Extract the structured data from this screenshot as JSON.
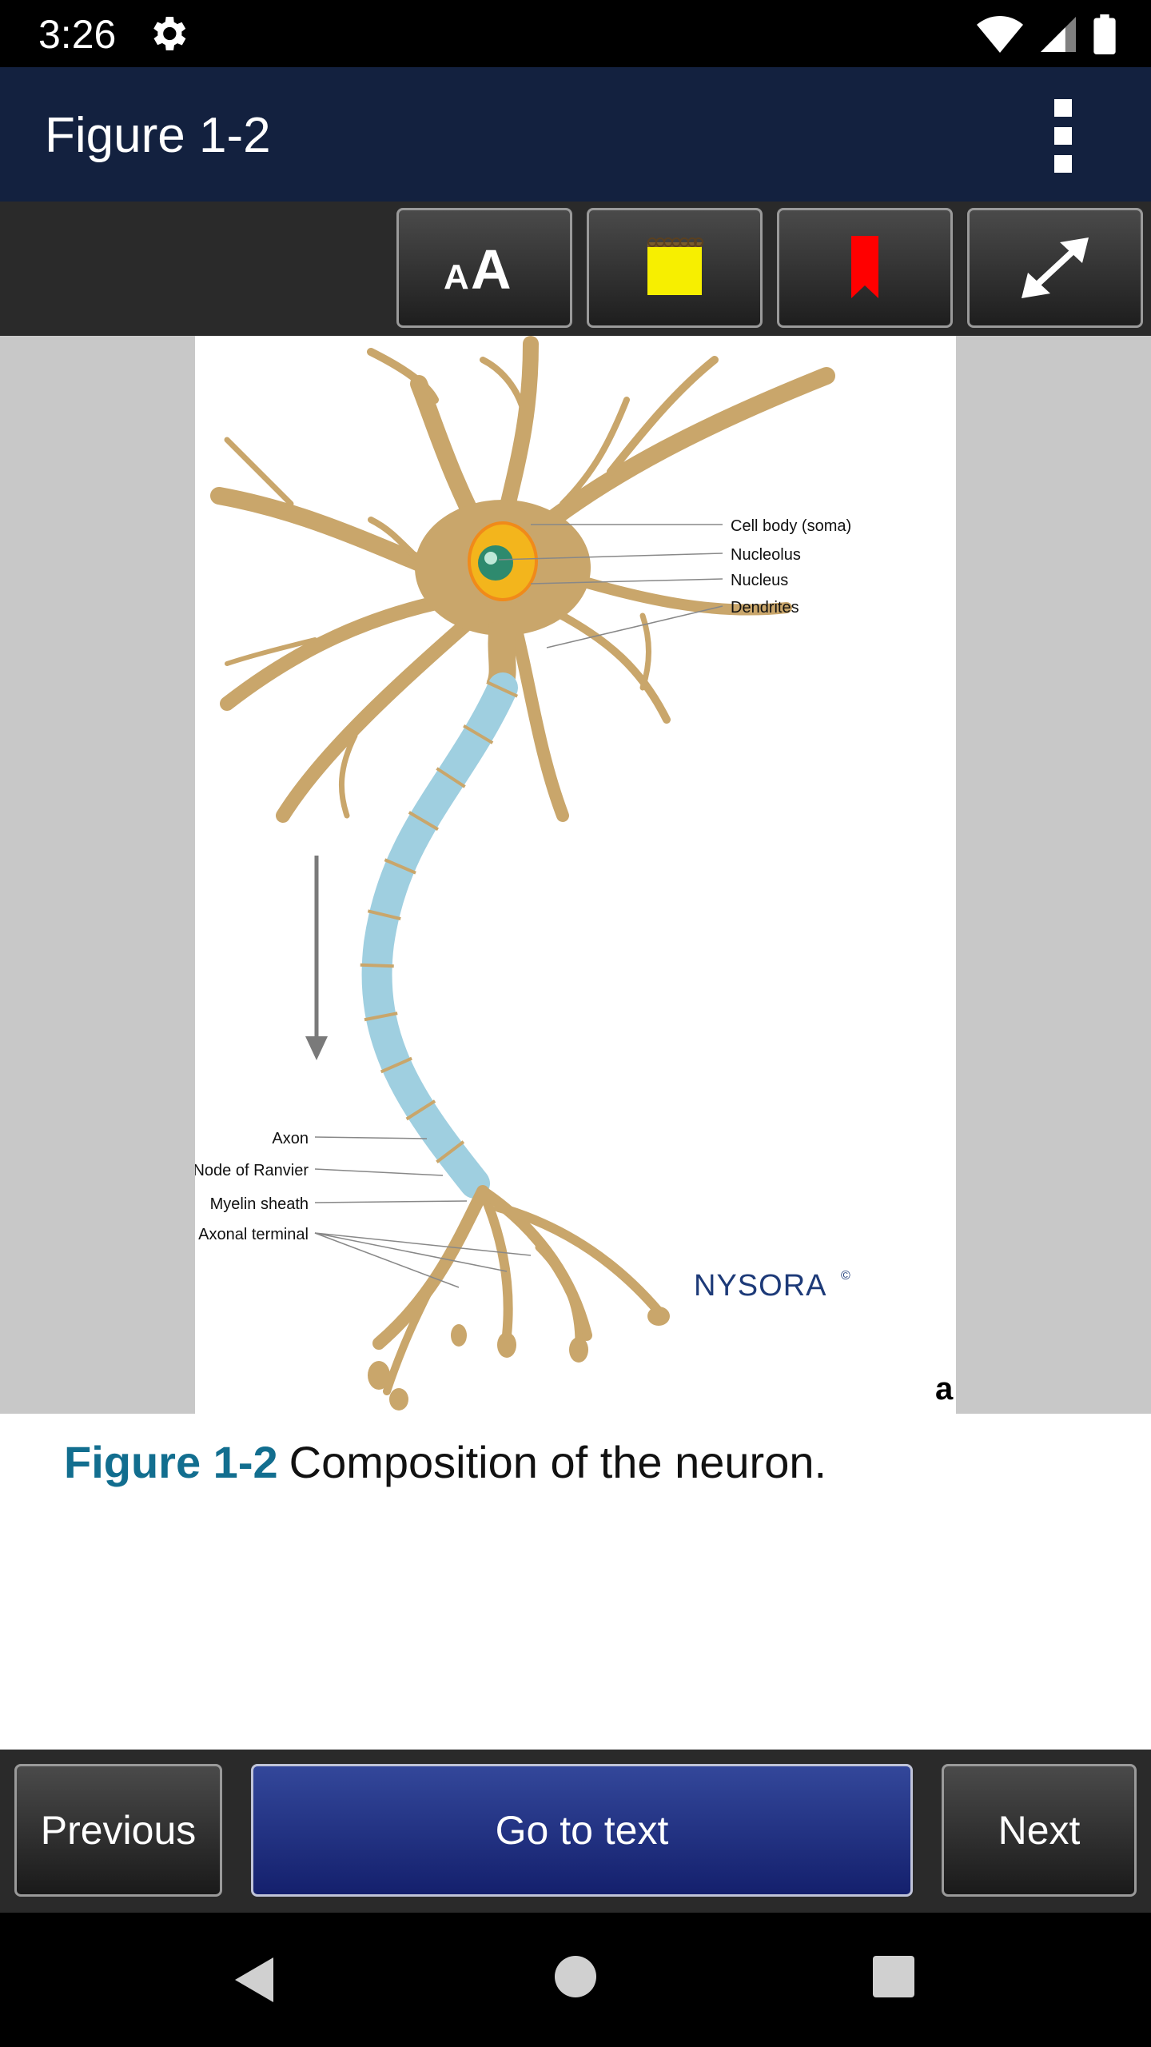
{
  "status_bar": {
    "time": "3:26",
    "icons": [
      "gear-icon",
      "wifi-icon",
      "signal-icon",
      "battery-icon"
    ]
  },
  "app_bar": {
    "title": "Figure 1-2",
    "overflow_icon": "more-vert-icon"
  },
  "toolbar": {
    "buttons": [
      {
        "icon": "font-size-icon",
        "glyph": "AA"
      },
      {
        "icon": "note-icon"
      },
      {
        "icon": "bookmark-icon"
      },
      {
        "icon": "expand-icon"
      }
    ]
  },
  "figure": {
    "labels_right": [
      "Cell body (soma)",
      "Nucleolus",
      "Nucleus",
      "Dendrites"
    ],
    "labels_left": [
      "Axon",
      "Node of Ranvier",
      "Myelin sheath",
      "Axonal terminal"
    ],
    "logo": "NYSORA",
    "logo_mark": "©",
    "panel_letter": "a",
    "colors": {
      "neuron": "#c9a66b",
      "myelin": "#9fcfe0",
      "nucleus": "#f3b51c",
      "nucleolus": "#2e8a6e",
      "logo": "#1d3a78"
    }
  },
  "caption": {
    "label": "Figure 1-2",
    "text": "Composition of the neuron."
  },
  "bottom_buttons": {
    "previous": "Previous",
    "goto_text": "Go to text",
    "next": "Next"
  },
  "nav_bar": {
    "icons": [
      "back-icon",
      "home-icon",
      "recents-icon"
    ]
  }
}
